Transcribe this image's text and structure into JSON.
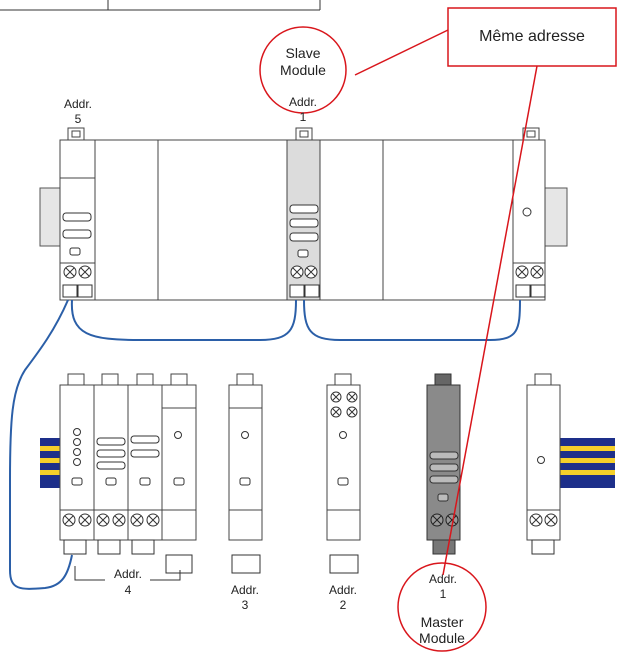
{
  "callouts": {
    "same_address": "Même adresse",
    "slave_line1": "Slave",
    "slave_line2": "Module",
    "master_line1": "Master",
    "master_line2": "Module"
  },
  "labels": {
    "addr_word": "Addr.",
    "addr_5": "5",
    "addr_1_slave": "1",
    "addr_4": "4",
    "addr_3": "3",
    "addr_2": "2",
    "addr_1_master": "1"
  },
  "colors": {
    "callout_red": "#d9161c",
    "cable_blue": "#2b5fa8",
    "module_fill": "#ffffff",
    "module_stroke": "#444444",
    "slave_fill": "#dcdcdc",
    "master_fill": "#8a8a8a",
    "rail_fill": "#e6e6e6",
    "flat_cable_blue": "#1d2f8a",
    "flat_cable_yellow": "#f4cf2a"
  }
}
